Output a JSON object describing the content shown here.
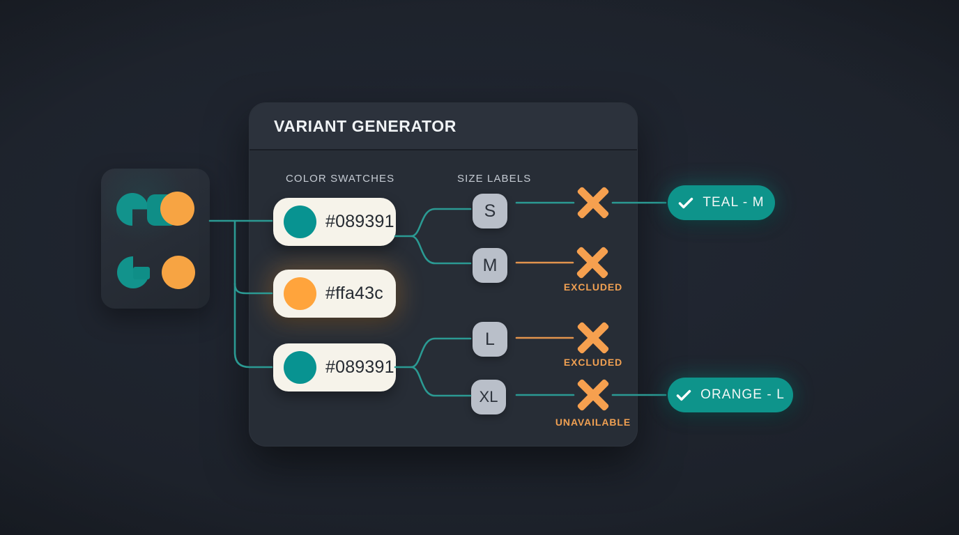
{
  "panel": {
    "title": "VARIANT GENERATOR",
    "columns": {
      "swatches_label": "COLOR SWATCHES",
      "sizes_label": "SIZE LABELS"
    }
  },
  "swatches": [
    {
      "hex_label": "#089391",
      "color": "#089391"
    },
    {
      "hex_label": "#ffa43c",
      "color": "#ffa43c"
    },
    {
      "hex_label": "#089391",
      "color": "#089391"
    }
  ],
  "sizes": [
    {
      "label": "S"
    },
    {
      "label": "M"
    },
    {
      "label": "L"
    },
    {
      "label": "XL"
    }
  ],
  "annotations": [
    {
      "label": "EXCLUDED"
    },
    {
      "label": "EXCLUDED"
    },
    {
      "label": "UNAVAILABLE"
    }
  ],
  "results": [
    {
      "label": "TEAL - M"
    },
    {
      "label": "ORANGE - L"
    }
  ],
  "colors": {
    "teal": "#089391",
    "orange": "#ffa43c",
    "line_teal": "#2b9a93",
    "line_orange": "#e2944d",
    "x_mark": "#f6a04f",
    "badge_bg": "#0e948b",
    "panel_bg": "#272d36",
    "pill_bg": "#f6f3ea",
    "chip_bg": "#b9bfc9"
  }
}
